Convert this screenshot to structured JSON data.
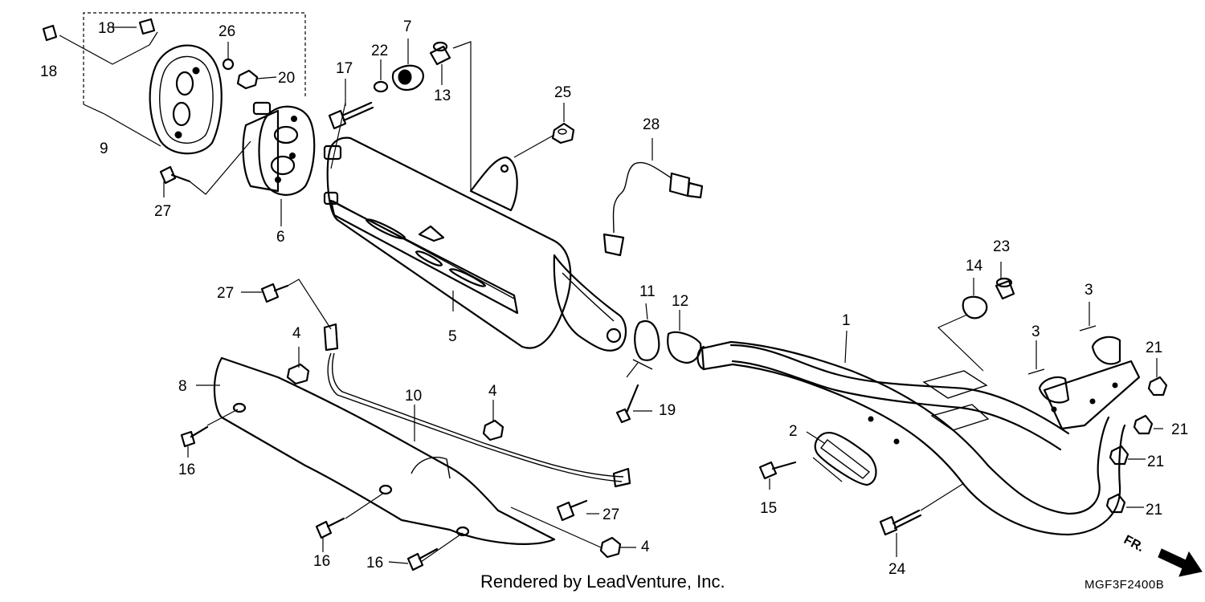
{
  "callouts": {
    "c1": "1",
    "c2": "2",
    "c3a": "3",
    "c3b": "3",
    "c4a": "4",
    "c4b": "4",
    "c4c": "4",
    "c5": "5",
    "c6": "6",
    "c7": "7",
    "c8": "8",
    "c9": "9",
    "c10": "10",
    "c11": "11",
    "c12": "12",
    "c13": "13",
    "c14": "14",
    "c15": "15",
    "c16a": "16",
    "c16b": "16",
    "c16c": "16",
    "c17": "17",
    "c18a": "18",
    "c18b": "18",
    "c19": "19",
    "c20": "20",
    "c21a": "21",
    "c21b": "21",
    "c21c": "21",
    "c21d": "21",
    "c22": "22",
    "c23": "23",
    "c24": "24",
    "c25": "25",
    "c26": "26",
    "c27a": "27",
    "c27b": "27",
    "c27c": "27",
    "c28": "28"
  },
  "credit": "Rendered by LeadVenture, Inc.",
  "diagram_code": "MGF3F2400B",
  "front_marker": "FR."
}
